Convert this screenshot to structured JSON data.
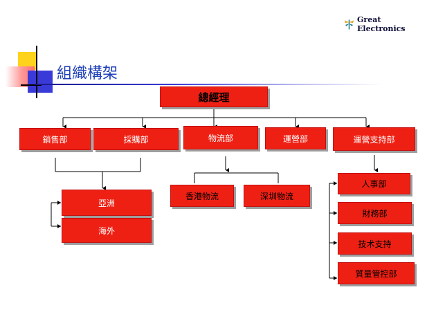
{
  "logo": {
    "name": "Great Electronics"
  },
  "slide": {
    "title": "組織構架"
  },
  "org": {
    "ceo": "總經理",
    "departments": [
      "銷售部",
      "採購部",
      "物流部",
      "運營部",
      "運營支持部"
    ],
    "sales_regions": [
      "亞洲",
      "海外"
    ],
    "logistics": [
      "香港物流",
      "深圳物流"
    ],
    "support": [
      "人事部",
      "財務部",
      "技术支持",
      "質量管控部"
    ]
  }
}
